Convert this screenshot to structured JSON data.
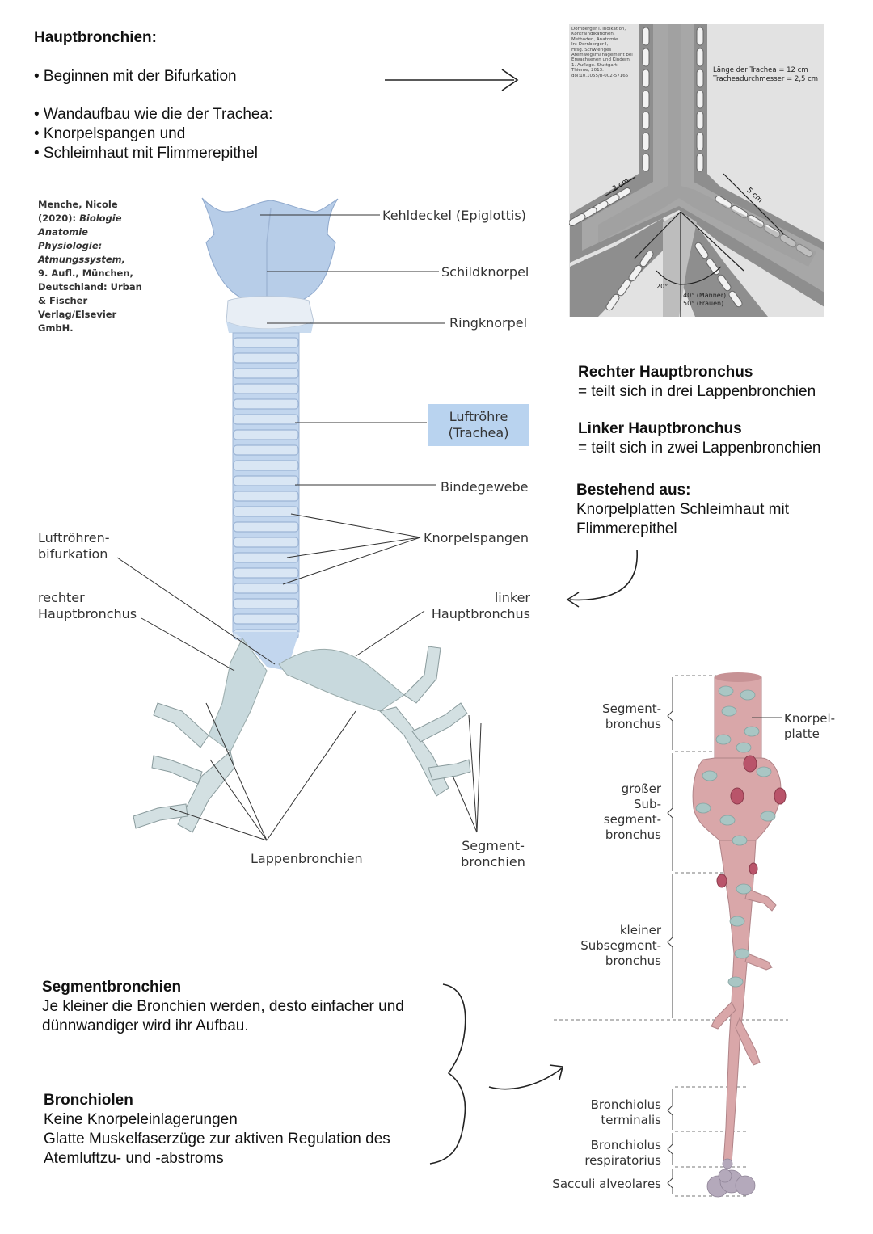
{
  "intro": {
    "title": "Hauptbronchien:",
    "bullets": [
      "• Beginnen mit der Bifurkation",
      "• Wandaufbau wie die der Trachea:",
      "• Knorpelspangen und",
      "• Schleimhaut mit Flimmerepithel"
    ]
  },
  "citation": {
    "lines": [
      "Menche, Nicole",
      "(2020): ",
      "Biologie",
      "Anatomie",
      "Physiologie:",
      "Atmungssystem,",
      "9. Aufl., München,",
      "Deutschland: Urban",
      "& Fischer",
      "Verlag/Elsevier",
      "GmbH."
    ]
  },
  "trachea_labels": {
    "epiglottis": "Kehldeckel (Epiglottis)",
    "schildknorpel": "Schildknorpel",
    "ringknorpel": "Ringknorpel",
    "luftroehre": "Luftröhre",
    "trachea": "(Trachea)",
    "bindegewebe": "Bindegewebe",
    "knorpelspangen": "Knorpelspangen",
    "bifurkation1": "Luftröhren-",
    "bifurkation2": "bifurkation",
    "rechter1": "rechter",
    "rechter2": "Hauptbronchus",
    "linker1": "linker",
    "linker2": "Hauptbronchus",
    "lappen": "Lappenbronchien",
    "segment1": "Segment-",
    "segment2": "bronchien"
  },
  "bifurcation_figure": {
    "source_lines": [
      "Dornberger I. Indikation,",
      "Kontraindikationen,",
      "Methoden, Anatomie.",
      "In: Dornberger I,",
      "Hrsg. Schwieriges",
      "Atemwegsmanagement bei",
      "Erwachsenen und Kindern.",
      "1. Auflage. Stuttgart:",
      "Thieme; 2013.",
      "doi:10.1055/b-002-57165"
    ],
    "length": "Länge der Trachea = 12 cm",
    "diameter": "Tracheadurchmesser = 2,5 cm",
    "two_cm": "2 cm",
    "five_cm": "5 cm",
    "angle20": "20°",
    "angle40": "40° (Männer)",
    "angle50": "50° (Frauen)"
  },
  "right_text": {
    "rechter_title": "Rechter Hauptbronchus",
    "rechter_desc": "= teilt sich in drei Lappenbronchien",
    "linker_title": "Linker Hauptbronchus",
    "linker_desc": "= teilt sich in zwei Lappenbronchien",
    "bestehend_title": "Bestehend aus:",
    "bestehend_l1": "Knorpelplatten Schleimhaut mit",
    "bestehend_l2": "Flimmerepithel"
  },
  "tree_labels": {
    "seg1": "Segment-",
    "seg2": "bronchus",
    "knorpel1": "Knorpel-",
    "knorpel2": "platte",
    "gross1": "großer",
    "gross2": "Sub-",
    "gross3": "segment-",
    "gross4": "bronchus",
    "klein1": "kleiner",
    "klein2": "Subsegment-",
    "klein3": "bronchus",
    "term1": "Bronchiolus",
    "term2": "terminalis",
    "resp1": "Bronchiolus",
    "resp2": "respiratorius",
    "sacc": "Sacculi alveolares"
  },
  "bottom_text": {
    "seg_title": "Segmentbronchien",
    "seg_l1": "Je kleiner die Bronchien werden, desto einfacher und",
    "seg_l2": "dünnwandiger wird ihr Aufbau.",
    "bron_title": "Bronchiolen",
    "bron_l1": "Keine Knorpeleinlagerungen",
    "bron_l2": "Glatte Muskelfaserzüge zur aktiven Regulation des",
    "bron_l3": "Atemluftzu- und -abstroms"
  }
}
